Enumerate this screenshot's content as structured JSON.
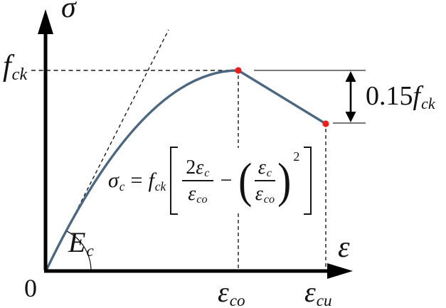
{
  "diagram": {
    "axes": {
      "y_label": "σ",
      "x_label": "ε",
      "origin_label": "0"
    },
    "labels": {
      "peak_stress": {
        "base": "f",
        "sub": "ck"
      },
      "elastic_modulus": {
        "base": "E",
        "sub": "c"
      },
      "strain_at_peak": {
        "base": "ε",
        "sub": "co"
      },
      "ultimate_strain": {
        "base": "ε",
        "sub": "cu"
      },
      "stress_drop": {
        "coef": "0.15",
        "base": "f",
        "sub": "ck"
      }
    },
    "formula": {
      "lhs_base": "σ",
      "lhs_sub": "c",
      "equals": "=",
      "coef_base": "f",
      "coef_sub": "ck",
      "lbracket": "[",
      "frac1": {
        "num_coef": "2",
        "num_base": "ε",
        "num_sub": "c",
        "den_base": "ε",
        "den_sub": "co"
      },
      "minus": "−",
      "lparen": "(",
      "frac2": {
        "num_base": "ε",
        "num_sub": "c",
        "den_base": "ε",
        "den_sub": "co"
      },
      "rparen": ")",
      "exponent": "2",
      "rbracket": "]"
    },
    "colors": {
      "curve": "#4d6781",
      "marker": "#e8201c",
      "axis": "#000000",
      "dashed": "#1a1a1a",
      "ref_line": "#4d4d4d"
    }
  },
  "chart_data": {
    "type": "line",
    "xlabel": "ε",
    "ylabel": "σ",
    "key_points": [
      {
        "x": "0",
        "y": "0",
        "label": "origin"
      },
      {
        "x": "ε_co",
        "y": "f_ck",
        "label": "peak",
        "marker": "red-dot"
      },
      {
        "x": "ε_cu",
        "y": "f_ck − 0.15f_ck",
        "label": "ultimate",
        "marker": "red-dot"
      }
    ],
    "segments": [
      {
        "shape": "parabolic-ascending",
        "from_x": "0",
        "to_x": "ε_co",
        "equation": "σ_c = f_ck[2ε_c/ε_co − (ε_c/ε_co)²]"
      },
      {
        "shape": "linear-descending",
        "from_x": "ε_co",
        "to_x": "ε_cu",
        "stress_drop": "0.15f_ck"
      }
    ],
    "annotations": [
      {
        "text": "E_c",
        "meaning": "initial tangent slope angle at origin"
      },
      {
        "text": "0.15f_ck",
        "meaning": "stress drop between peak line and ultimate line"
      }
    ]
  }
}
